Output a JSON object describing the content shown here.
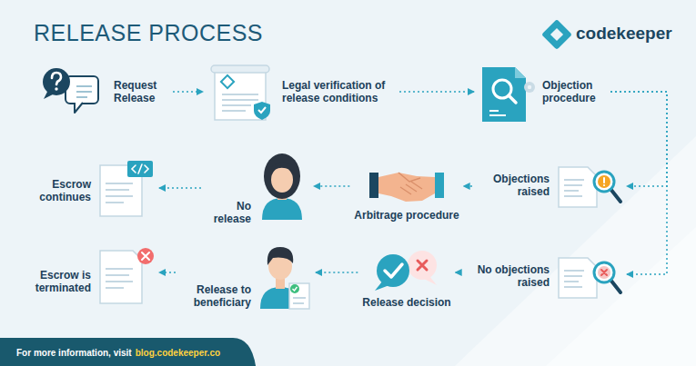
{
  "diagram": {
    "title": "RELEASE PROCESS",
    "nodes": [
      {
        "text": [
          "Request Release"
        ]
      },
      {
        "text": [
          "Legal verification of release conditions"
        ]
      },
      {
        "text": [
          "Objection procedure"
        ]
      },
      {
        "text": [
          "Objections raised"
        ]
      },
      {
        "text": [
          "Arbitrage procedure"
        ]
      },
      {
        "text": [
          "No release"
        ]
      },
      {
        "text": [
          "Escrow continues"
        ]
      },
      {
        "text": [
          "No objections raised"
        ]
      },
      {
        "text": [
          "Release decision"
        ]
      },
      {
        "text": [
          "Release to beneficiary"
        ]
      },
      {
        "text": [
          "Escrow is terminated"
        ]
      }
    ],
    "edges": [
      {
        "from": 0,
        "to": 1,
        "arrow": "to"
      },
      {
        "from": 1,
        "to": 2,
        "arrow": "to"
      },
      {
        "from": 2,
        "to": 3,
        "arrow": "to"
      },
      {
        "from": 3,
        "to": 4,
        "arrow": "to"
      },
      {
        "from": 4,
        "to": 5,
        "arrow": "to"
      },
      {
        "from": 5,
        "to": 6,
        "arrow": "to"
      },
      {
        "from": 2,
        "to": 7,
        "arrow": "to"
      },
      {
        "from": 7,
        "to": 8,
        "arrow": "to"
      },
      {
        "from": 8,
        "to": 9,
        "arrow": "to"
      },
      {
        "from": 9,
        "to": 10,
        "arrow": "to"
      }
    ],
    "labels": [
      "codekeeper",
      "For more information, visit",
      "blog.codekeeper.co"
    ]
  }
}
